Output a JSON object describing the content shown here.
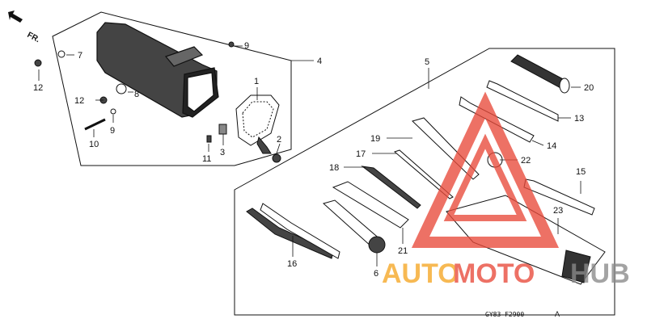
{
  "direction": {
    "label": "FR."
  },
  "callouts": {
    "c1": "1",
    "c2": "2",
    "c3": "3",
    "c4": "4",
    "c5": "5",
    "c6": "6",
    "c7": "7",
    "c8": "8",
    "c9a": "9",
    "c9b": "9",
    "c10": "10",
    "c11": "11",
    "c12a": "12",
    "c12b": "12",
    "c13": "13",
    "c14": "14",
    "c15": "15",
    "c16": "16",
    "c17": "17",
    "c18": "18",
    "c19": "19",
    "c20": "20",
    "c21": "21",
    "c22": "22",
    "c23": "23"
  },
  "diagram_code": "GY83-F2900",
  "diagram_suffix": "A",
  "watermark": {
    "part1": "AUTO",
    "part2": "MOTO",
    "part3": "HUB"
  },
  "colors": {
    "watermark_orange": "#f5a623",
    "watermark_red": "#e84a3a",
    "watermark_gray": "#8a8a8a",
    "line": "#111111"
  }
}
